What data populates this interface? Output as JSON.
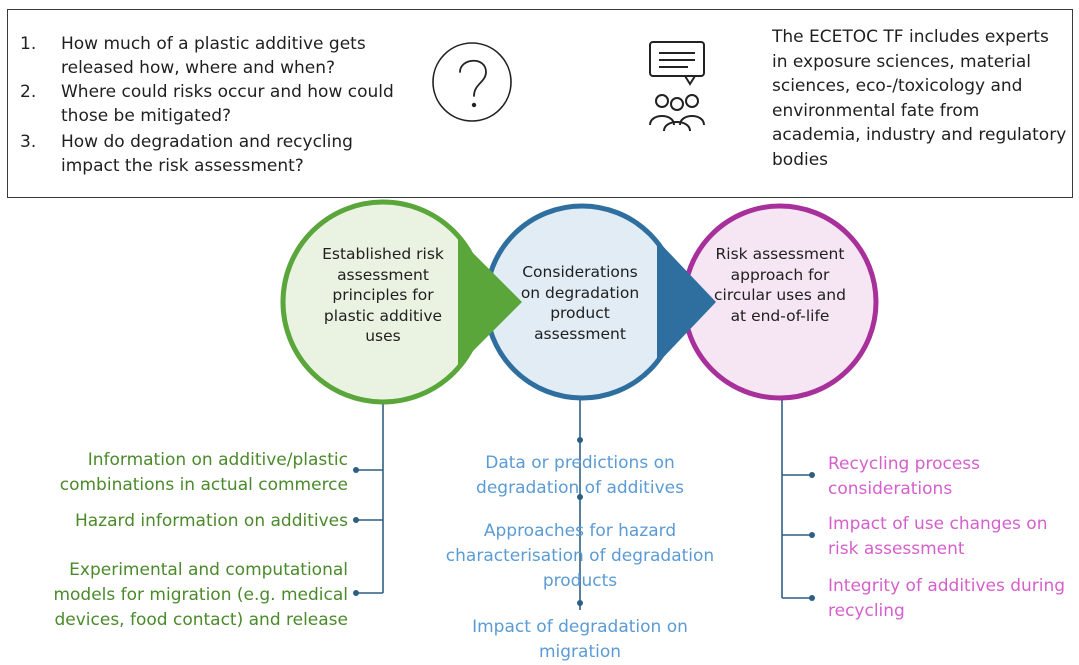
{
  "questions": [
    {
      "num": "1.",
      "text": "How much of a plastic additive gets released how, where and when?"
    },
    {
      "num": "2.",
      "text": "Where could risks occur and how could those be mitigated?"
    },
    {
      "num": "3.",
      "text": "How do degradation and recycling impact the risk assessment?"
    }
  ],
  "icons": {
    "question": "question-mark-icon",
    "team": "team-discussion-icon"
  },
  "tf_text": "The ECETOC TF includes experts in exposure sciences, material sciences, eco-/toxicology and environmental fate from academia, industry and regulatory bodies",
  "circles": [
    {
      "label": "Established risk assessment principles for plastic additive uses",
      "color": "#5aa63a",
      "fill": "#eaf3e2"
    },
    {
      "label": "Considerations on degradation product assessment",
      "color": "#2e6fa0",
      "fill": "#e2ecf5"
    },
    {
      "label": "Risk assessment approach for circular uses and at end-of-life",
      "color": "#a8309b",
      "fill": "#f6e6f3"
    }
  ],
  "green_items": [
    "Information on additive/plastic combinations in actual commerce",
    "Hazard information on additives",
    "Experimental and computational models for migration (e.g. medical devices, food contact) and release"
  ],
  "blue_items": [
    "Data or predictions on degradation of additives",
    "Approaches for hazard characterisation of degradation products",
    "Impact of degradation on migration"
  ],
  "pink_items": [
    "Recycling process considerations",
    "Impact of use changes on risk assessment",
    "Integrity of additives during recycling"
  ]
}
